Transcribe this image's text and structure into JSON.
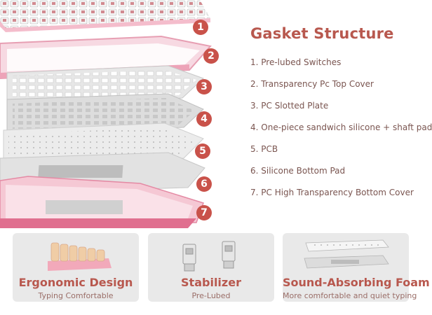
{
  "header": {
    "title": "Gasket Structure"
  },
  "layers": [
    {
      "number": "1",
      "label": "1. Pre-lubed Switches"
    },
    {
      "number": "2",
      "label": "2. Transparency Pc Top Cover"
    },
    {
      "number": "3",
      "label": "3. PC Slotted Plate"
    },
    {
      "number": "4",
      "label": "4. One-piece sandwich silicone + shaft pad"
    },
    {
      "number": "5",
      "label": "5. PCB"
    },
    {
      "number": "6",
      "label": "6. Silicone Bottom Pad"
    },
    {
      "number": "7",
      "label": "7. PC High Transparency Bottom Cover"
    }
  ],
  "features": [
    {
      "title": "Ergonomic Design",
      "subtitle": "Typing Comfortable"
    },
    {
      "title": "Stabilizer",
      "subtitle": "Pre-Lubed"
    },
    {
      "title": "Sound-Absorbing Foam",
      "subtitle": "More comfortable and quiet typing"
    }
  ],
  "colors": {
    "accent": "#c9524a",
    "heading": "#b8584e",
    "text": "#7a5550",
    "card_bg": "#e9e9e9",
    "pink": "#f0b9c8"
  }
}
